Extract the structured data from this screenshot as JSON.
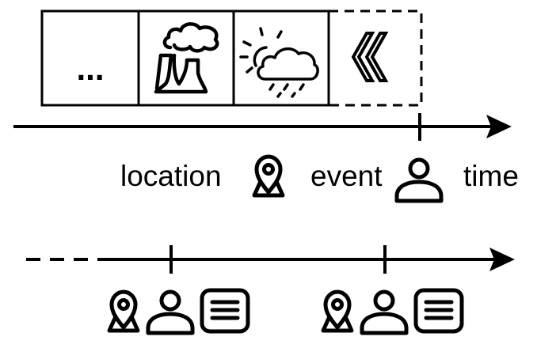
{
  "colors": {
    "stroke": "#000000",
    "background": "#ffffff"
  },
  "top_timeline": {
    "cells": [
      {
        "icon": "ellipsis-icon",
        "text": "..."
      },
      {
        "icon": "factory-pollution-icon"
      },
      {
        "icon": "sun-cloud-rain-icon"
      },
      {
        "icon": "double-chevron-left-icon",
        "dashed": true
      }
    ],
    "legend": {
      "location_label": "location",
      "event_label": "event",
      "time_label": "time"
    }
  },
  "bottom_timeline": {
    "groups": [
      {
        "icons": [
          "location-pin-icon",
          "person-icon",
          "document-icon"
        ]
      },
      {
        "icons": [
          "location-pin-icon",
          "person-icon",
          "document-icon"
        ]
      }
    ]
  }
}
